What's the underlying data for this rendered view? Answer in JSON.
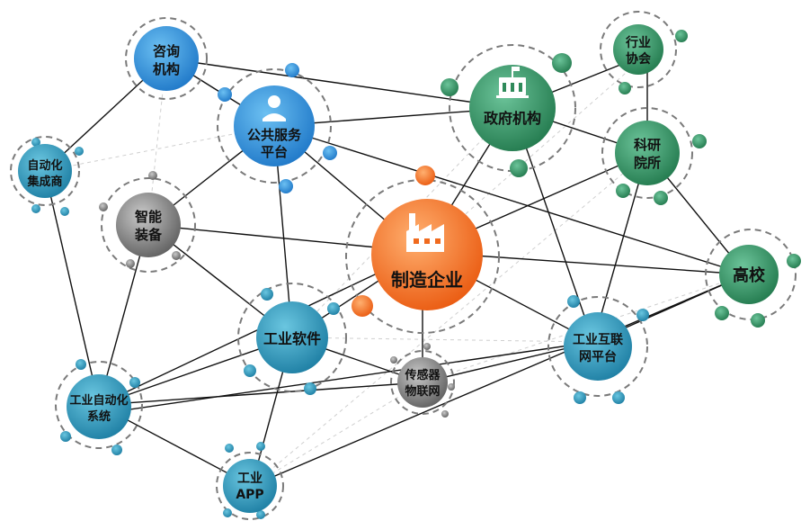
{
  "colors": {
    "blue": "#2f8fd6",
    "teal": "#2a8fb0",
    "green": "#2f8a5a",
    "orange": "#f06a1e",
    "grey": "#6f6f6f"
  },
  "nodes": {
    "zixun": {
      "lines": [
        "咨询",
        "机构"
      ]
    },
    "gonggong": {
      "lines": [
        "公共服务",
        "平台"
      ]
    },
    "zhengfu": {
      "lines": [
        "政府机构"
      ]
    },
    "hangye": {
      "lines": [
        "行业",
        "协会"
      ]
    },
    "keyan": {
      "lines": [
        "科研",
        "院所"
      ]
    },
    "gaoxiao": {
      "lines": [
        "高校"
      ]
    },
    "zidonghua_jc": {
      "lines": [
        "自动化",
        "集成商"
      ]
    },
    "zhineng": {
      "lines": [
        "智能",
        "装备"
      ]
    },
    "zhizao": {
      "lines": [
        "制造企业"
      ]
    },
    "gongye_rj": {
      "lines": [
        "工业软件"
      ]
    },
    "chuanganqi": {
      "lines": [
        "传感器",
        "物联网"
      ]
    },
    "hulianwang": {
      "lines": [
        "工业互联",
        "网平台"
      ]
    },
    "gongye_zdh": {
      "lines": [
        "工业自动化",
        "系统"
      ]
    },
    "gongye_app": {
      "lines": [
        "工业",
        "APP"
      ]
    }
  }
}
